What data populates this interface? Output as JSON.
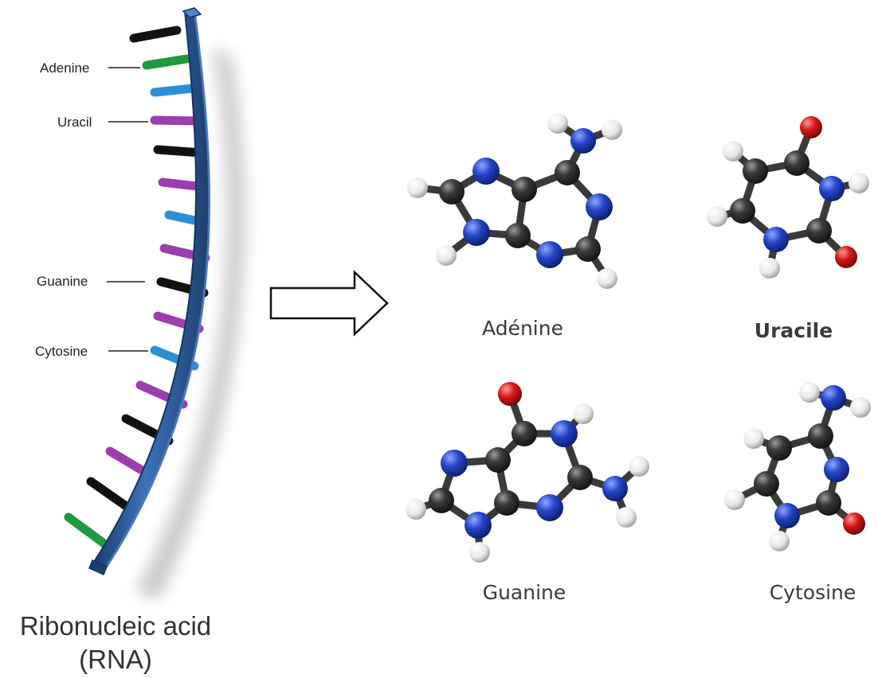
{
  "strand": {
    "labels": {
      "adenine": "Adenine",
      "uracil": "Uracil",
      "guanine": "Guanine",
      "cytosine": "Cytosine"
    },
    "title_line1": "Ribonucleic acid",
    "title_line2": "(RNA)"
  },
  "molecules": {
    "adenine": "Adénine",
    "uracil": "Uracile",
    "guanine": "Guanine",
    "cytosine": "Cytosine"
  },
  "colors": {
    "backbone": "#2f5f9e",
    "backbone_dark": "#1d3f70",
    "adenine": "#1f9a3f",
    "uracil": "#9b3fb0",
    "guanine": "#111111",
    "cytosine": "#2b8fd6",
    "carbon_atom": "#2a2a2a",
    "nitrogen_atom": "#1f3fb8",
    "oxygen_atom": "#d81818",
    "hydrogen_atom": "#f2f2f2"
  }
}
